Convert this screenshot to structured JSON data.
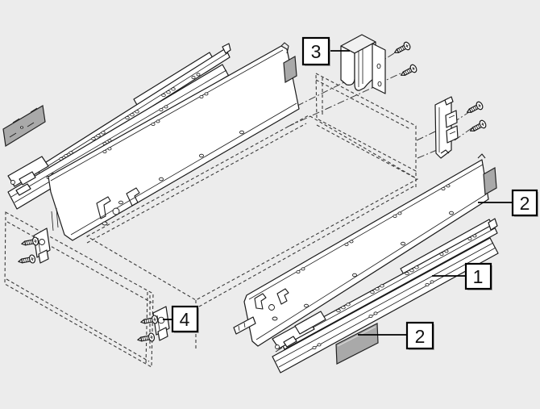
{
  "figure": {
    "kind": "exploded-assembly-diagram",
    "subject": "drawer-runner-system",
    "colors": {
      "background": "#ececec",
      "line": "#1a1a1a",
      "part_fill": "#ffffff",
      "gray_part": "#a9a9a9"
    },
    "callouts": {
      "c1": {
        "label": "1",
        "points_to": "drawer-slide-rail-right"
      },
      "c2_side": {
        "label": "2",
        "points_to": "drawer-side-panel-right"
      },
      "c2_cap": {
        "label": "2",
        "points_to": "cover-cap-right"
      },
      "c3": {
        "label": "3",
        "points_to": "front-fixing-bracket"
      },
      "c4": {
        "label": "4",
        "points_to": "rear-fixing-bracket"
      }
    },
    "parts": [
      {
        "name": "drawer-slide-rail-left"
      },
      {
        "name": "drawer-slide-rail-right"
      },
      {
        "name": "drawer-side-panel-left"
      },
      {
        "name": "drawer-side-panel-right"
      },
      {
        "name": "front-fixing-bracket-left"
      },
      {
        "name": "front-fixing-bracket-right"
      },
      {
        "name": "rear-fixing-bracket-left"
      },
      {
        "name": "rear-fixing-bracket-right"
      },
      {
        "name": "cover-cap-left"
      },
      {
        "name": "cover-cap-right"
      },
      {
        "name": "dashed-front-panel"
      },
      {
        "name": "dashed-back-panel"
      },
      {
        "name": "dashed-bottom-panel"
      }
    ]
  }
}
